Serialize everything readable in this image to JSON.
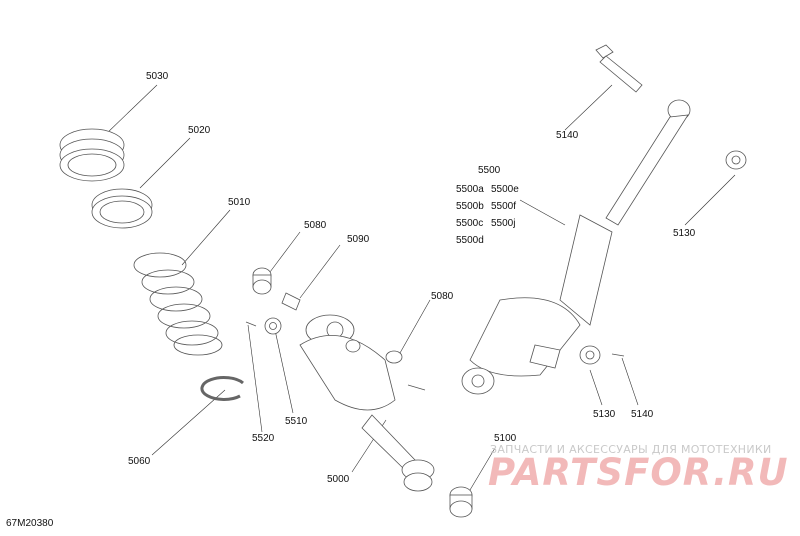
{
  "diagram": {
    "doc_code": "67M20380",
    "labels": {
      "p5030": "5030",
      "p5020": "5020",
      "p5010": "5010",
      "p5060": "5060",
      "p5080a": "5080",
      "p5090": "5090",
      "p5080b": "5080",
      "p5510": "5510",
      "p5520": "5520",
      "p5000": "5000",
      "p5100": "5100",
      "p5140a": "5140",
      "p5130a": "5130",
      "p5500": "5500",
      "p5500a": "5500a",
      "p5500e": "5500e",
      "p5500b": "5500b",
      "p5500f": "5500f",
      "p5500c": "5500c",
      "p5500j": "5500j",
      "p5500d": "5500d",
      "p5130b": "5130",
      "p5140b": "5140"
    }
  },
  "watermark": {
    "tagline": "ЗАПЧАСТИ И АКСЕССУАРЫ ДЛЯ МОТОТЕХНИКИ",
    "logo": "PARTSFOR.RU"
  }
}
